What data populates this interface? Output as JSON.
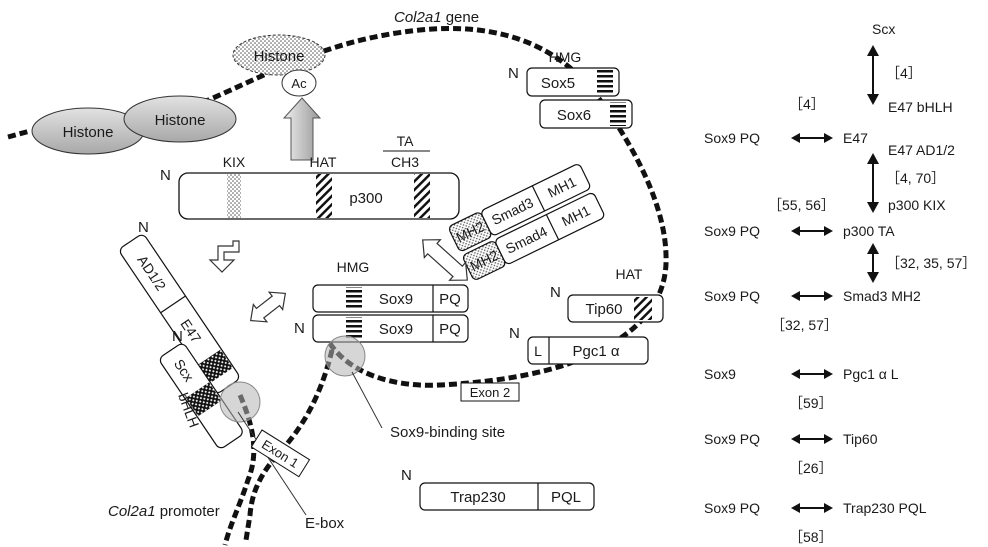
{
  "gene_title": {
    "italic": "Col2a1",
    "rest": " gene"
  },
  "promoter_label": {
    "italic": "Col2a1",
    "rest": " promoter"
  },
  "histones": {
    "left": "Histone",
    "middle": "Histone",
    "top": "Histone",
    "acetyl": "Ac"
  },
  "p300": {
    "name": "p300",
    "kix": "KIX",
    "hat": "HAT",
    "ta": "TA",
    "ch3": "CH3",
    "n": "N"
  },
  "smad": {
    "mh2": "MH2",
    "smad3": "Smad3",
    "smad4": "Smad4",
    "mh1": "MH1"
  },
  "sox56": {
    "hmg": "HMG",
    "sox5": "Sox5",
    "sox6": "Sox6",
    "n": "N"
  },
  "sox9": {
    "hmg": "HMG",
    "name": "Sox9",
    "pq": "PQ",
    "n": "N",
    "binding_site": "Sox9-binding site"
  },
  "e47_scx": {
    "ad": "AD1/2",
    "e47": "E47",
    "scx": "Scx",
    "bhlh": "bHLH",
    "n": "N",
    "ebox": "E-box"
  },
  "tip60": {
    "hat": "HAT",
    "name": "Tip60",
    "n": "N"
  },
  "pgc1": {
    "l": "L",
    "name": "Pgc1 α",
    "n": "N"
  },
  "trap230": {
    "name": "Trap230",
    "pql": "PQL",
    "n": "N"
  },
  "exons": {
    "exon1": "Exon 1",
    "exon2": "Exon 2"
  },
  "interactions": {
    "scx": "Scx",
    "ref_4a": "［4］",
    "e47_bhlh": "E47 bHLH",
    "ref_4b": "［4］",
    "sox9pq_1": "Sox9 PQ",
    "e47": "E47",
    "e47_ad": "E47 AD1/2",
    "ref_4_70": "［4, 70］",
    "ref_55_56": "［55, 56］",
    "p300_kix": "p300 KIX",
    "sox9pq_2": "Sox9 PQ",
    "p300_ta": "p300 TA",
    "ref_32_35_57": "［32, 35, 57］",
    "sox9pq_3": "Sox9 PQ",
    "smad3_mh2": "Smad3 MH2",
    "ref_32_57": "［32, 57］",
    "sox9": "Sox9",
    "pgc1_l": "Pgc1 α L",
    "ref_59": "［59］",
    "sox9pq_4": "Sox9 PQ",
    "tip60": "Tip60",
    "ref_26": "［26］",
    "sox9pq_5": "Sox9 PQ",
    "trap230_pql": "Trap230 PQL",
    "ref_58": "［58］"
  }
}
